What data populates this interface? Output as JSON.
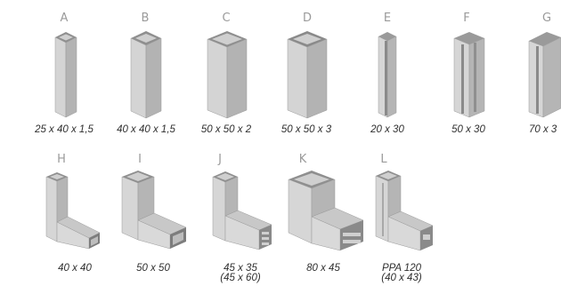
{
  "colors": {
    "letter": "#9a9a9a",
    "size": "#2f2f2f",
    "metal_light": "#d6d6d6",
    "metal_mid": "#bcbcbc",
    "metal_dark": "#9c9c9c",
    "metal_outline": "#8a8a8a"
  },
  "row1": [
    {
      "id": "A",
      "letter": "A",
      "size": "25 x 40 x 1,5",
      "icon": "square-tube-slim-icon"
    },
    {
      "id": "B",
      "letter": "B",
      "size": "40 x 40 x 1,5",
      "icon": "square-tube-icon"
    },
    {
      "id": "C",
      "letter": "C",
      "size": "50 x 50 x 2",
      "icon": "square-tube-wide-icon"
    },
    {
      "id": "D",
      "letter": "D",
      "size": "50 x 50 x 3",
      "icon": "square-tube-wide-icon"
    },
    {
      "id": "E",
      "letter": "E",
      "size": "20 x 30",
      "icon": "channel-profile-slim-icon"
    },
    {
      "id": "F",
      "letter": "F",
      "size": "50 x 30",
      "icon": "channel-profile-icon"
    },
    {
      "id": "G",
      "letter": "G",
      "size": "70 x 3",
      "icon": "channel-profile-wide-icon"
    }
  ],
  "row2": [
    {
      "id": "H",
      "letter": "H",
      "size": "40 x 40",
      "icon": "corner-tube-icon"
    },
    {
      "id": "I",
      "letter": "I",
      "size": "50 x 50",
      "icon": "corner-tube-wide-icon"
    },
    {
      "id": "J",
      "letter": "J",
      "size_lines": [
        "45 x 35",
        "(45 x 60)"
      ],
      "icon": "corner-profile-icon"
    },
    {
      "id": "K",
      "letter": "K",
      "size": "80 x 45",
      "icon": "corner-profile-wide-icon"
    },
    {
      "id": "L",
      "letter": "L",
      "size_lines": [
        "PPA 120",
        "(40 x 43)"
      ],
      "icon": "corner-profile-ppa-icon"
    }
  ]
}
